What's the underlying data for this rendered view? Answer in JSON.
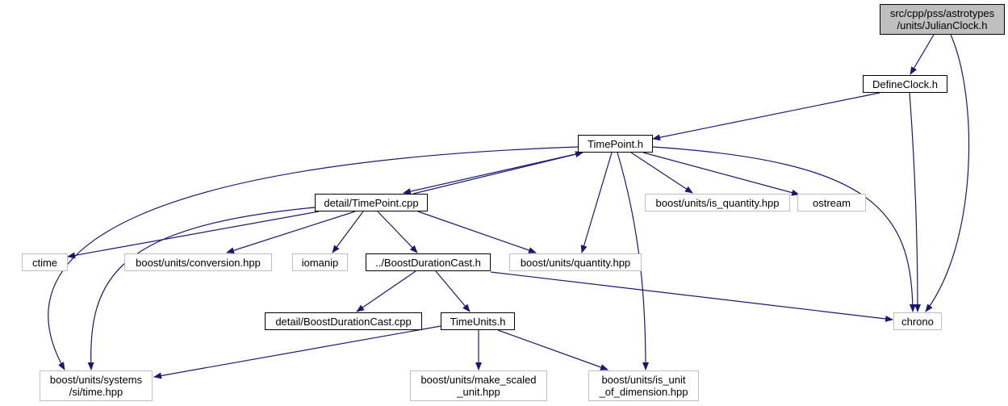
{
  "graph": {
    "colors": {
      "edge": "#191970",
      "root_fill": "#bfbfbf",
      "internal_border": "#000000",
      "external_border": "#bfbfbf"
    },
    "nodes": [
      {
        "id": "julianclock",
        "label": "src/cpp/pss/astrotypes\n/units/JulianClock.h",
        "kind": "root"
      },
      {
        "id": "defineclock",
        "label": "DefineClock.h",
        "kind": "internal"
      },
      {
        "id": "timepoint_h",
        "label": "TimePoint.h",
        "kind": "internal"
      },
      {
        "id": "detail_timepoint_cpp",
        "label": "detail/TimePoint.cpp",
        "kind": "internal"
      },
      {
        "id": "is_quantity",
        "label": "boost/units/is_quantity.hpp",
        "kind": "external"
      },
      {
        "id": "ostream",
        "label": "ostream",
        "kind": "external"
      },
      {
        "id": "ctime",
        "label": "ctime",
        "kind": "external"
      },
      {
        "id": "conversion",
        "label": "boost/units/conversion.hpp",
        "kind": "external"
      },
      {
        "id": "iomanip",
        "label": "iomanip",
        "kind": "external"
      },
      {
        "id": "boostdurationcast_h",
        "label": "../BoostDurationCast.h",
        "kind": "internal"
      },
      {
        "id": "quantity",
        "label": "boost/units/quantity.hpp",
        "kind": "external"
      },
      {
        "id": "detail_boostdurationcast_cpp",
        "label": "detail/BoostDurationCast.cpp",
        "kind": "internal"
      },
      {
        "id": "timeunits_h",
        "label": "TimeUnits.h",
        "kind": "internal"
      },
      {
        "id": "chrono",
        "label": "chrono",
        "kind": "external"
      },
      {
        "id": "si_time",
        "label": "boost/units/systems\n/si/time.hpp",
        "kind": "external"
      },
      {
        "id": "make_scaled_unit",
        "label": "boost/units/make_scaled\n_unit.hpp",
        "kind": "external"
      },
      {
        "id": "is_unit_of_dimension",
        "label": "boost/units/is_unit\n_of_dimension.hpp",
        "kind": "external"
      }
    ],
    "edges": [
      {
        "from": "julianclock",
        "to": "defineclock"
      },
      {
        "from": "julianclock",
        "to": "chrono"
      },
      {
        "from": "defineclock",
        "to": "timepoint_h"
      },
      {
        "from": "defineclock",
        "to": "chrono"
      },
      {
        "from": "timepoint_h",
        "to": "detail_timepoint_cpp"
      },
      {
        "from": "timepoint_h",
        "to": "si_time"
      },
      {
        "from": "timepoint_h",
        "to": "quantity"
      },
      {
        "from": "timepoint_h",
        "to": "is_unit_of_dimension"
      },
      {
        "from": "timepoint_h",
        "to": "is_quantity"
      },
      {
        "from": "timepoint_h",
        "to": "ostream"
      },
      {
        "from": "timepoint_h",
        "to": "chrono"
      },
      {
        "from": "detail_timepoint_cpp",
        "to": "timepoint_h"
      },
      {
        "from": "detail_timepoint_cpp",
        "to": "ctime"
      },
      {
        "from": "detail_timepoint_cpp",
        "to": "conversion"
      },
      {
        "from": "detail_timepoint_cpp",
        "to": "iomanip"
      },
      {
        "from": "detail_timepoint_cpp",
        "to": "boostdurationcast_h"
      },
      {
        "from": "detail_timepoint_cpp",
        "to": "quantity"
      },
      {
        "from": "detail_timepoint_cpp",
        "to": "si_time"
      },
      {
        "from": "boostdurationcast_h",
        "to": "detail_boostdurationcast_cpp"
      },
      {
        "from": "boostdurationcast_h",
        "to": "timeunits_h"
      },
      {
        "from": "boostdurationcast_h",
        "to": "chrono"
      },
      {
        "from": "timeunits_h",
        "to": "si_time"
      },
      {
        "from": "timeunits_h",
        "to": "make_scaled_unit"
      },
      {
        "from": "timeunits_h",
        "to": "is_unit_of_dimension"
      }
    ]
  }
}
